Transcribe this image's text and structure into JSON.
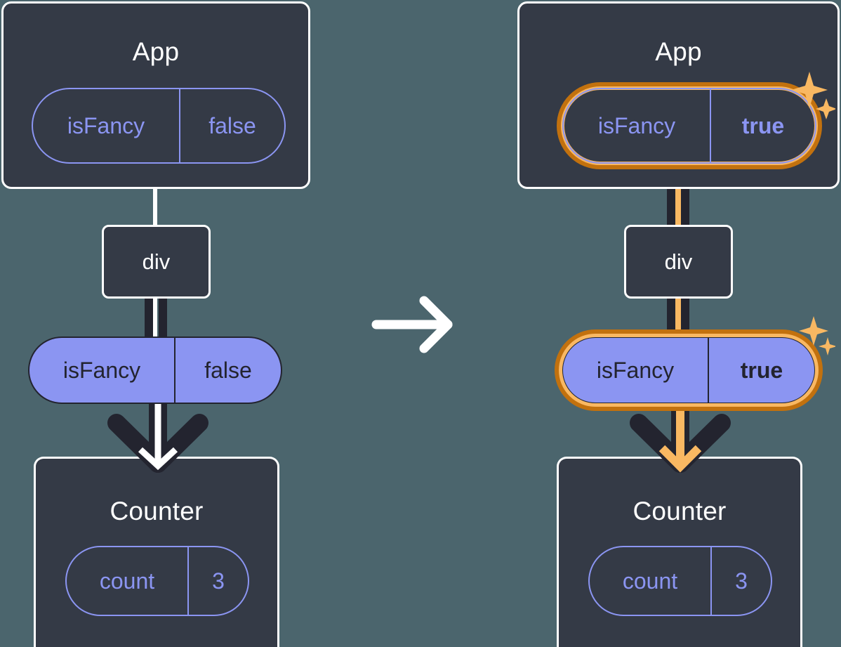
{
  "diagram": {
    "title": "react-state-propagation",
    "background_color": "#4b656d",
    "panel_color": "#343a46",
    "accent_purple": "#8b95f2",
    "accent_orange_light": "#f9b862",
    "accent_orange_dark": "#c2710e",
    "dark_line": "#23242f",
    "white": "#ffffff",
    "transition_icon": "arrow-right-icon"
  },
  "before": {
    "app": {
      "title": "App",
      "state_pill": {
        "key": "isFancy",
        "value": "false",
        "highlighted": false
      }
    },
    "div": {
      "label": "div"
    },
    "props_pill": {
      "key": "isFancy",
      "value": "false",
      "highlighted": false
    },
    "counter": {
      "title": "Counter",
      "state_pill": {
        "key": "count",
        "value": "3",
        "highlighted": false
      }
    }
  },
  "after": {
    "app": {
      "title": "App",
      "state_pill": {
        "key": "isFancy",
        "value": "true",
        "highlighted": true
      }
    },
    "div": {
      "label": "div"
    },
    "props_pill": {
      "key": "isFancy",
      "value": "true",
      "highlighted": true
    },
    "counter": {
      "title": "Counter",
      "state_pill": {
        "key": "count",
        "value": "3",
        "highlighted": false
      }
    },
    "sparkles": [
      "sparkle-icon",
      "sparkle-icon"
    ]
  }
}
